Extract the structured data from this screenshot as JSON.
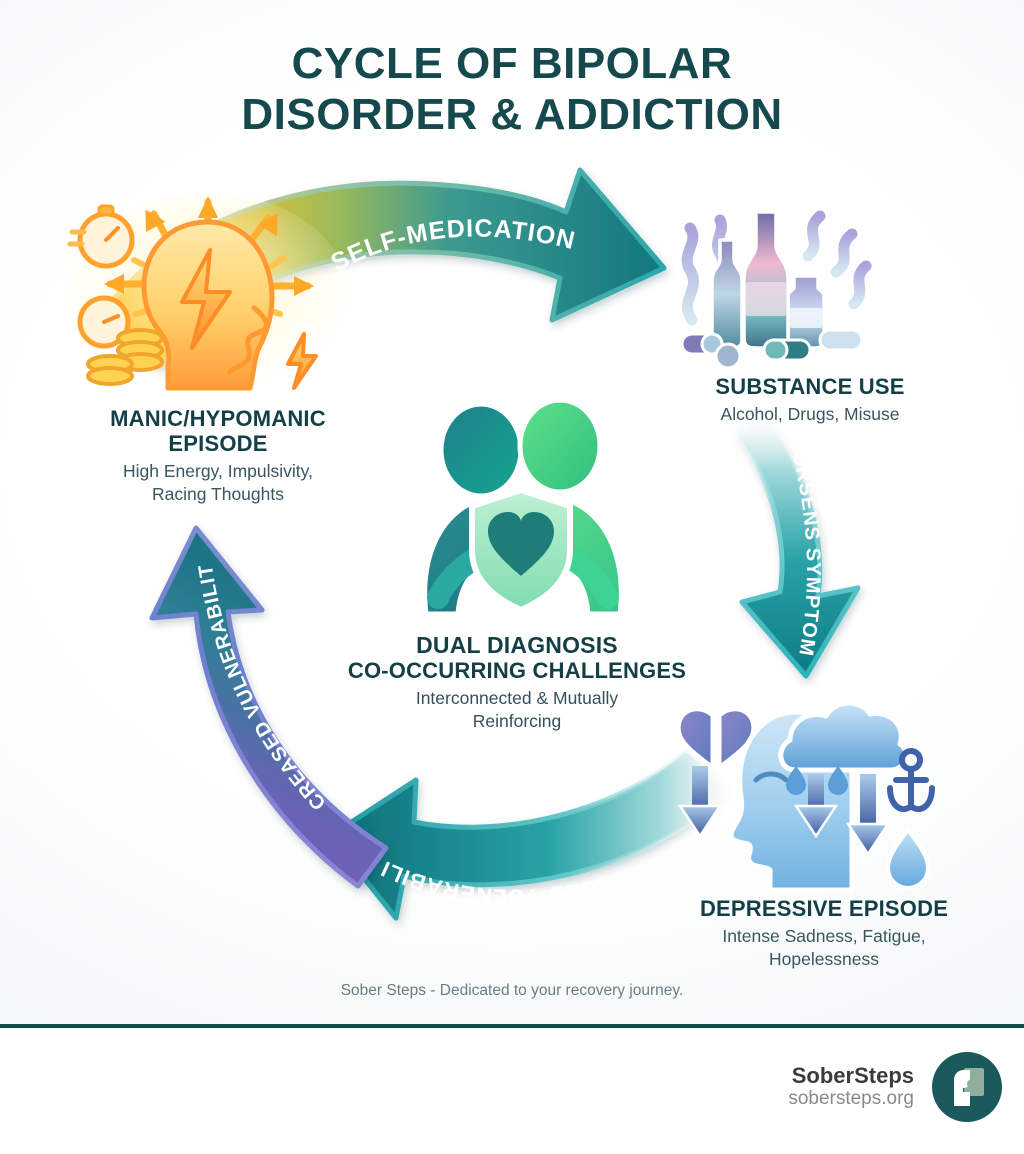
{
  "colors": {
    "title": "#15494e",
    "node_title": "#153f47",
    "node_sub": "#3b5560",
    "footer_rule": "#0f4c4c",
    "logo_bg": "#1b5a5c",
    "arrow_teal": "#1f8a92",
    "arrow_teal_dark": "#0f6f78",
    "arrow_orange": "#ffb020",
    "arrow_yellow": "#ffd34d",
    "arrow_purple": "#6b5fb5",
    "background": "#ffffff"
  },
  "header": {
    "title_line1": "CYCLE OF BIPOLAR",
    "title_line2": "DISORDER & ADDICTION"
  },
  "nodes": [
    {
      "id": "manic",
      "title": "MANIC/HYPOMANIC",
      "title2": "EPISODE",
      "subtitle": "High Energy, Impulsivity,\nRacing Thoughts",
      "icon": "manic-brain-energy-icon"
    },
    {
      "id": "substance",
      "title": "SUBSTANCE USE",
      "subtitle": "Alcohol, Drugs, Misuse",
      "icon": "bottles-pills-icon"
    },
    {
      "id": "dual",
      "title": "DUAL DIAGNOSIS",
      "title2": "CO-OCCURRING CHALLENGES",
      "subtitle": "Interconnected & Mutually\nReinforcing",
      "icon": "two-people-shield-heart-icon"
    },
    {
      "id": "depressive",
      "title": "DEPRESSIVE EPISODE",
      "subtitle": "Intense Sadness, Fatigue,\nHopelessness",
      "icon": "rain-cloud-head-icon"
    }
  ],
  "arrows": [
    {
      "id": "self-medication",
      "label": "SELF-MEDICATION",
      "from": "manic",
      "to": "substance",
      "direction": "right"
    },
    {
      "id": "worsens-symptoms",
      "label": "WORSENS SYMPTOMS",
      "from": "substance",
      "to": "depressive",
      "direction": "down"
    },
    {
      "id": "increased-vulnerability-bottom",
      "label": "INCREASED VULNERABILITY",
      "from": "depressive",
      "to": "left",
      "direction": "left"
    },
    {
      "id": "increased-vulnerability-left",
      "label": "INCREASED VULNERABILITY",
      "from": "bottom",
      "to": "manic",
      "direction": "up"
    }
  ],
  "tagline": "Sober Steps - Dedicated to your recovery journey.",
  "footer": {
    "brand": "SoberSteps",
    "url": "sobersteps.org",
    "logo": "sobersteps-logo-icon"
  }
}
